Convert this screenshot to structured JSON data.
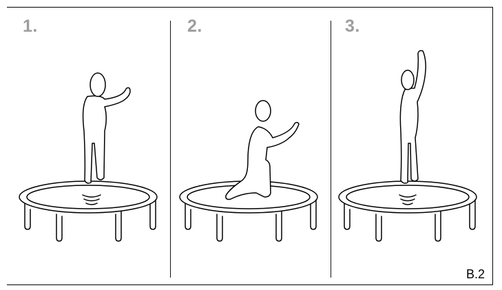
{
  "steps": [
    {
      "label": "1.",
      "pose": "standing-bounce",
      "icon": "person-standing-on-trampoline-icon"
    },
    {
      "label": "2.",
      "pose": "kneeling-bounce",
      "icon": "person-kneeling-on-trampoline-icon"
    },
    {
      "label": "3.",
      "pose": "arm-raised-bounce",
      "icon": "person-arm-raised-on-trampoline-icon"
    }
  ],
  "figure_code": "B.2",
  "colors": {
    "line": "#000000",
    "step_label": "#9d9d9d",
    "background": "#ffffff"
  }
}
